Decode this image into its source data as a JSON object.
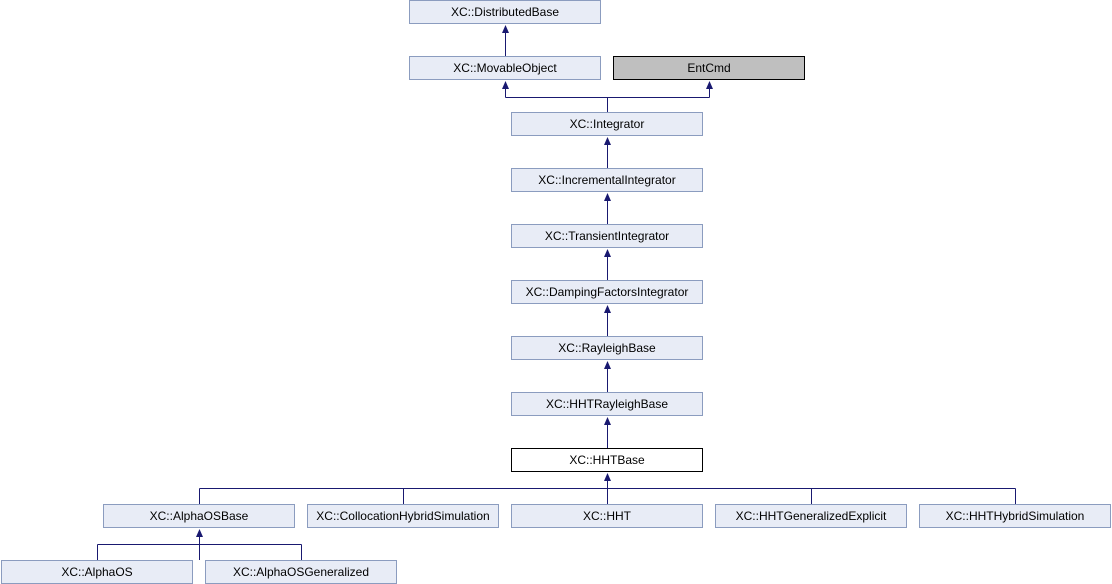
{
  "diagram": {
    "nodes": {
      "distributed_base": "XC::DistributedBase",
      "movable_object": "XC::MovableObject",
      "ent_cmd": "EntCmd",
      "integrator": "XC::Integrator",
      "incremental_integrator": "XC::IncrementalIntegrator",
      "transient_integrator": "XC::TransientIntegrator",
      "damping_factors_integrator": "XC::DampingFactorsIntegrator",
      "rayleigh_base": "XC::RayleighBase",
      "hht_rayleigh_base": "XC::HHTRayleighBase",
      "hht_base": "XC::HHTBase",
      "alpha_os_base": "XC::AlphaOSBase",
      "collocation_hybrid_simulation": "XC::CollocationHybridSimulation",
      "hht": "XC::HHT",
      "hht_generalized_explicit": "XC::HHTGeneralizedExplicit",
      "hht_hybrid_simulation": "XC::HHTHybridSimulation",
      "alpha_os": "XC::AlphaOS",
      "alpha_os_generalized": "XC::AlphaOSGeneralized"
    },
    "colors": {
      "node_fill": "#e8ecf6",
      "node_border": "#8b9cbf",
      "current_fill": "#ffffff",
      "external_fill": "#bfbfbf",
      "edge": "#191970"
    }
  }
}
